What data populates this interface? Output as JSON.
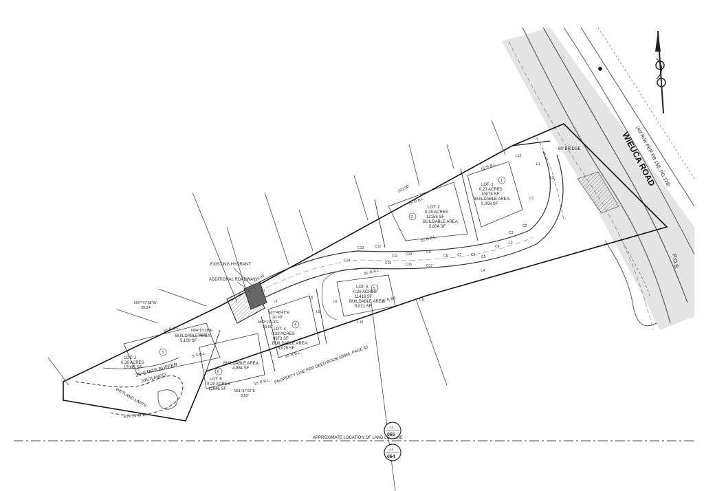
{
  "road": {
    "name": "WIEUCA ROAD",
    "record": "(40' R/W PER PB 158, PG 128)"
  },
  "pob": "P.O.B.",
  "bridge": "60' BRIDGE",
  "hydrant": "EXISTING HYDRANT",
  "roadway": "ADDITIONAL ROADWAY",
  "land_lot_line": "APPROXIMATE LOCATION OF LAND LOT LINE",
  "land_lots": [
    {
      "ll": "LL",
      "num": "065"
    },
    {
      "ll": "LL",
      "num": "064"
    }
  ],
  "property_line_note": "PROPERTY LINE PER DEED BOOK 58986, PAGE 45",
  "buffer": {
    "line1": "25' STATE BUFFER",
    "line2": "(WETLANDS)"
  },
  "wetland": "WETLAND LIMITS",
  "lots": [
    {
      "num": "1",
      "lot": "LOT: 1",
      "acres": "0.23 ACRES",
      "sf": "10078 SF",
      "ba": "BUILDABLE AREA:",
      "ba_val": "5,008 SF"
    },
    {
      "num": "2",
      "lot": "LOT: 2",
      "acres": "0.28 ACRES",
      "sf": "12158 SF",
      "ba": "BUILDABLE AREA:",
      "ba_val": "5,804 SF"
    },
    {
      "num": "3",
      "lot": "LOT: 3",
      "acres": "0.39 ACRES",
      "sf": "17095 SF",
      "ba": "BUILDABLE AREA:",
      "ba_val": "5,109 SF"
    },
    {
      "num": "4",
      "lot": "LOT: 4",
      "acres": "0.23 ACRES",
      "sf": "9973 SF",
      "ba": "BUILDABLE AREA:",
      "ba_val": "5,025 SF"
    },
    {
      "num": "5",
      "lot": "LOT: 5",
      "acres": "0.26 ACRES",
      "sf": "11416 SF",
      "ba": "BUILDABLE AREA:",
      "ba_val": "5,021 SF"
    },
    {
      "num": "6",
      "lot": "LOT: 6",
      "acres": "0.29 ACRES",
      "sf": "12846 SF",
      "ba": "BUILDABLE AREA:",
      "ba_val": "4,984 SF"
    }
  ],
  "bearings": {
    "b1": "N07°47'38\"W",
    "b1d": "39.24'",
    "b2": "N04°10'28\"E",
    "b2d": "24.21'",
    "b3": "S27°48'41\"E",
    "b3d": "20.00'",
    "b4": "N62°11'13\"E",
    "b4d": "20.00'",
    "b5": "N61°37'02\"E",
    "b5d": "8.52'",
    "b6": "N79°24'43\"W",
    "d1": "126.93'",
    "d2": "253.00'"
  },
  "setbacks": {
    "rbl20": "20' R.B.L.",
    "rbl15": "15' R.B.L.",
    "sbl": "5' S.B.L.",
    "rbl10": "10' R.B.L."
  },
  "curves": [
    "C1",
    "C2",
    "C3",
    "C4",
    "C5",
    "C6",
    "C7",
    "C8",
    "C9",
    "C10",
    "C11",
    "C12",
    "C13",
    "C14",
    "C15",
    "C16",
    "C17"
  ],
  "lines": [
    "L1",
    "L2",
    "L3",
    "L4",
    "L5",
    "L6",
    "L7",
    "L8",
    "L9",
    "L10",
    "L11",
    "L12"
  ]
}
